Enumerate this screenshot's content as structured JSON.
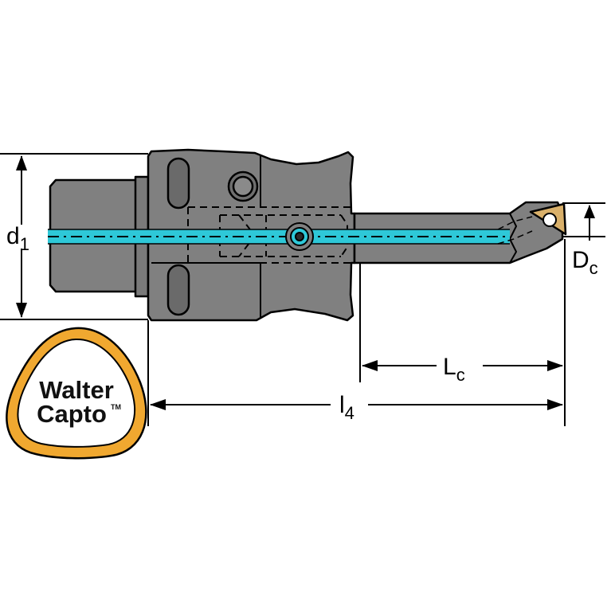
{
  "diagram": {
    "dimensions": {
      "d1": {
        "main": "d",
        "sub": "1"
      },
      "dc": {
        "main": "D",
        "sub": "c"
      },
      "lc": {
        "main": "L",
        "sub": "c"
      },
      "l4": {
        "main": "l",
        "sub": "4"
      }
    },
    "logo": {
      "line1": "Walter",
      "line2": "Capto",
      "trademark": "TM"
    },
    "colors": {
      "body": "#808080",
      "body_dark": "#6a6a6a",
      "coolant": "#2ec8d8",
      "insert": "#d9b06a",
      "logo_ring": "#f0a830",
      "outline": "#000000"
    }
  }
}
